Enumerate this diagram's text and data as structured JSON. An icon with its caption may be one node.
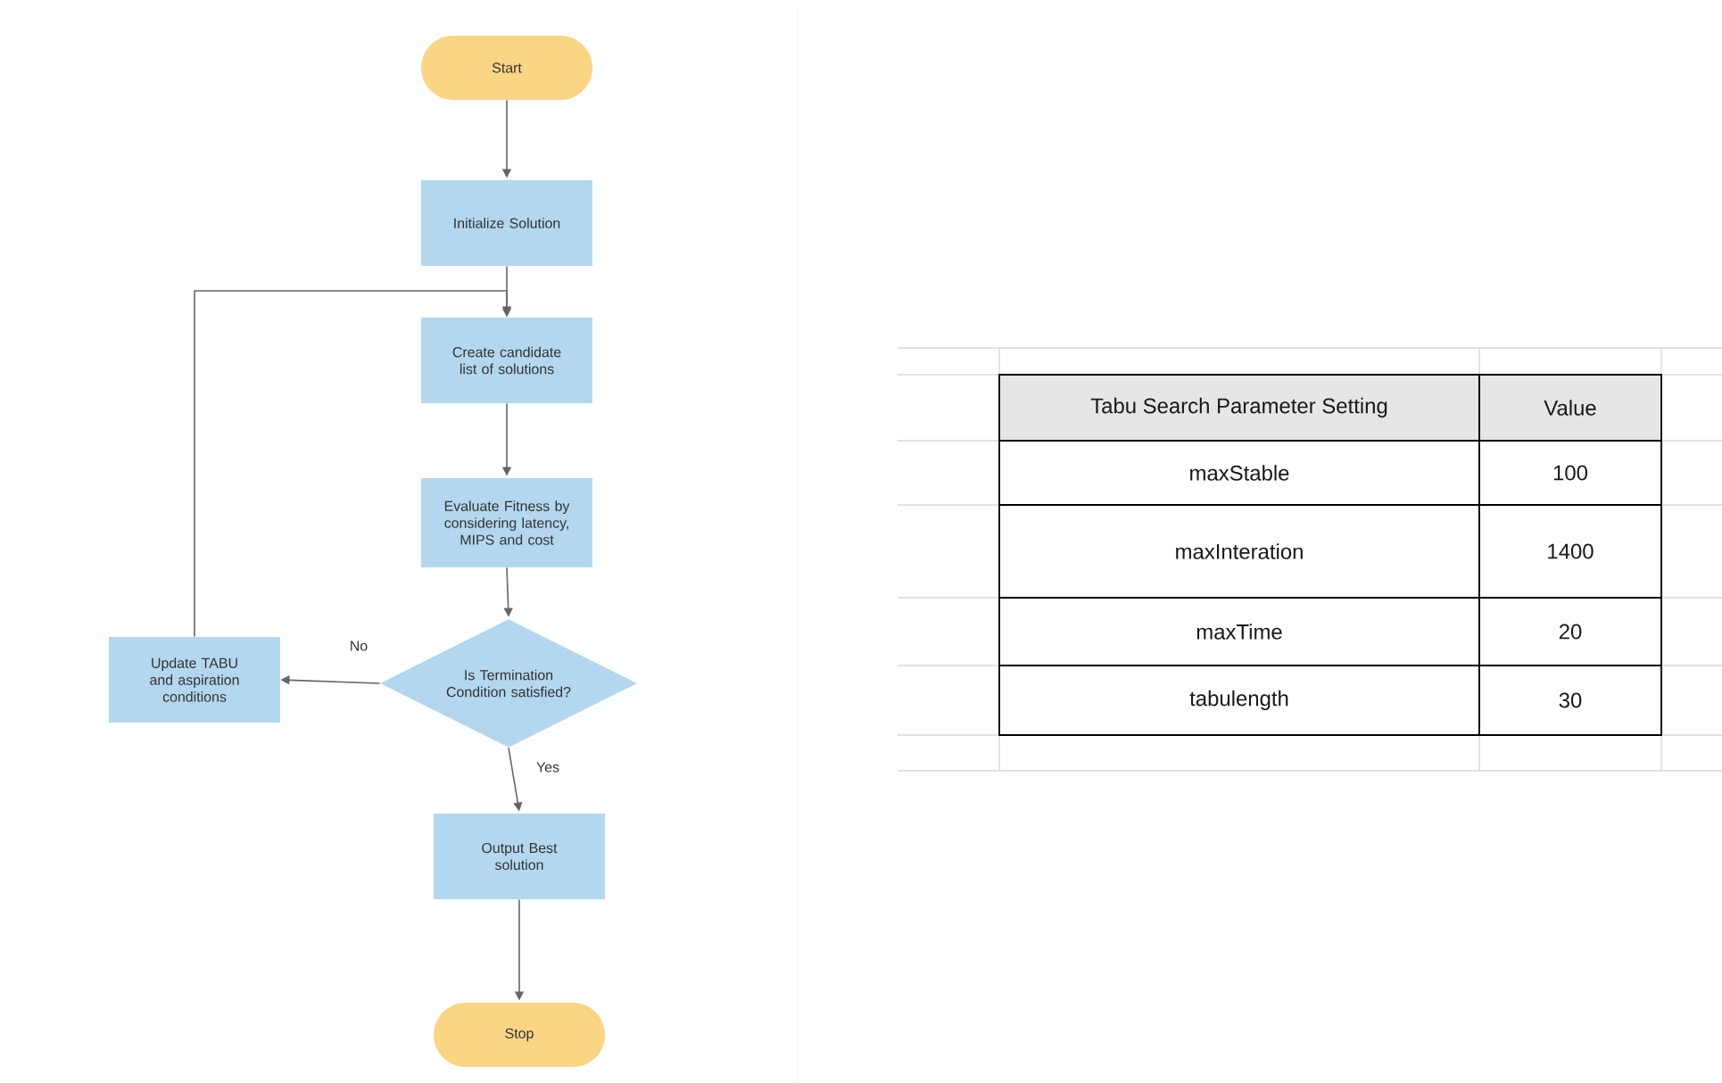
{
  "diagram": {
    "nodes": [
      {
        "text": [
          "Start"
        ]
      },
      {
        "text": [
          "Initialize Solution"
        ]
      },
      {
        "text": [
          "Create candidate list of solutions"
        ]
      },
      {
        "text": [
          "Evaluate Fitness by considering latency, MIPS and cost"
        ]
      },
      {
        "text": [
          "Is Termination Condition satisfied?"
        ]
      },
      {
        "text": [
          "Update TABU and aspiration conditions"
        ]
      },
      {
        "text": [
          "Output Best solution"
        ]
      },
      {
        "text": [
          "Stop"
        ]
      }
    ],
    "edges": [
      {
        "from": 0,
        "to": 1,
        "arrow": "to"
      },
      {
        "from": 1,
        "to": 2,
        "arrow": "to"
      },
      {
        "from": 2,
        "to": 3,
        "arrow": "to"
      },
      {
        "from": 3,
        "to": 4,
        "arrow": "to"
      },
      {
        "from": 4,
        "to": 5,
        "arrow": "to",
        "label": "No"
      },
      {
        "from": 5,
        "to": 2,
        "arrow": "to"
      },
      {
        "from": 4,
        "to": 6,
        "arrow": "to",
        "label": "Yes"
      },
      {
        "from": 6,
        "to": 7,
        "arrow": "to"
      }
    ],
    "labels": [
      "Tabu Search Parameter Setting",
      "Value",
      "maxStable",
      "100",
      "maxInteration",
      "1400",
      "maxTime",
      "20",
      "tabulength",
      "30"
    ]
  }
}
